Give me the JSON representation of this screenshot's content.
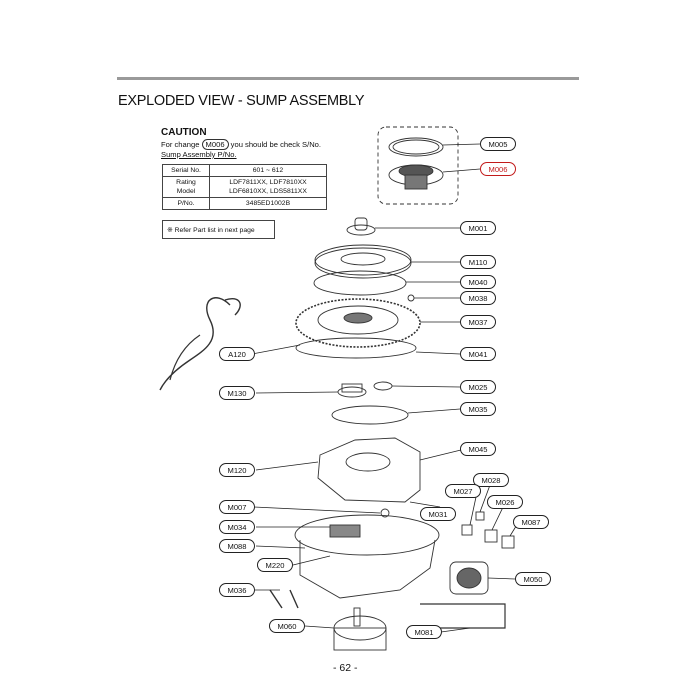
{
  "header": {
    "title": "EXPLODED VIEW - SUMP ASSEMBLY"
  },
  "caution": {
    "title": "CAUTION",
    "line1_pre": "For change",
    "line1_part": "M006",
    "line1_post": "you should be check S/No.",
    "line2": "Sump Assembly P/No.",
    "table": {
      "serial_label": "Serial No.",
      "serial_value": "601 ~ 612",
      "rating_label": "Rating Model",
      "rating_value_1": "LDF7811XX, LDF7810XX",
      "rating_value_2": "LDF6810XX, LDS5811XX",
      "pno_label": "P/No.",
      "pno_value": "3485ED1002B"
    },
    "note": "※ Refer Part list in next page"
  },
  "callouts": {
    "M005": "M005",
    "M006": "M006",
    "M001": "M001",
    "M110": "M110",
    "M040": "M040",
    "M038": "M038",
    "M037": "M037",
    "A120": "A120",
    "M041": "M041",
    "M130": "M130",
    "M025": "M025",
    "M035": "M035",
    "M045": "M045",
    "M120": "M120",
    "M028": "M028",
    "M027": "M027",
    "M026": "M026",
    "M007": "M007",
    "M031": "M031",
    "M087": "M087",
    "M034": "M034",
    "M088": "M088",
    "M220": "M220",
    "M050": "M050",
    "M036": "M036",
    "M060": "M060",
    "M081": "M081"
  },
  "colors": {
    "highlight": "#c21a1a",
    "rule": "#9a9a9a",
    "line": "#222222"
  },
  "footer": {
    "page": "- 62 -"
  }
}
